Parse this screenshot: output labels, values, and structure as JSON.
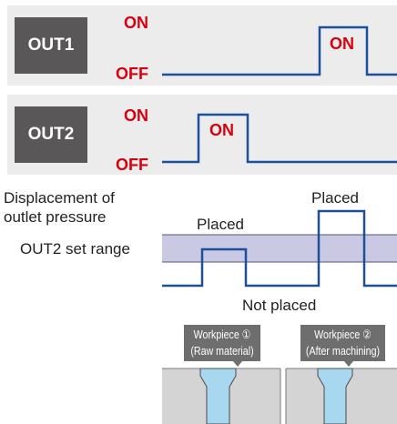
{
  "out1": {
    "label": "OUT1",
    "on_level": "ON",
    "off_level": "OFF",
    "pulse_label": "ON"
  },
  "out2": {
    "label": "OUT2",
    "on_level": "ON",
    "off_level": "OFF",
    "pulse_label": "ON"
  },
  "pressure": {
    "heading_line1": "Displacement of",
    "heading_line2": "outlet pressure",
    "set_range_label": "OUT2 set range",
    "placed_label_1": "Placed",
    "placed_label_2": "Placed",
    "not_placed_label": "Not placed"
  },
  "workpieces": [
    {
      "line1": "Workpiece ①",
      "line2": "(Raw material)"
    },
    {
      "line1": "Workpiece ②",
      "line2": "(After machining)"
    }
  ],
  "colors": {
    "signal_line": "#1d4f9c",
    "state_text": "#d7000f",
    "out_box": "#595757",
    "panel_bg": "#ececec",
    "set_range_band": "#c9c9e3",
    "workpiece_tag": "#6e6e6e",
    "fixture": "#d4d4d4",
    "nozzle": "#a8d8f0"
  }
}
